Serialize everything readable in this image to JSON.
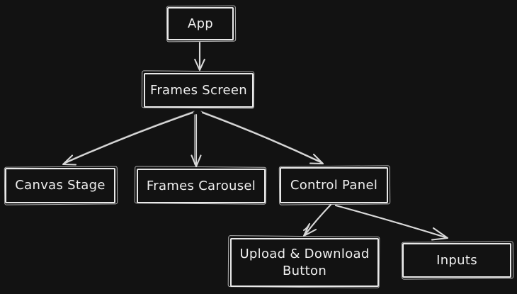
{
  "diagram": {
    "background_color": "#121212",
    "box_stroke_color": "#e9e9e9",
    "arrow_color": "#d8d8d8",
    "text_color": "#efefef",
    "nodes": [
      {
        "id": "app",
        "label": "App"
      },
      {
        "id": "frames-screen",
        "label": "Frames Screen"
      },
      {
        "id": "canvas-stage",
        "label": "Canvas Stage"
      },
      {
        "id": "frames-carousel",
        "label": "Frames Carousel"
      },
      {
        "id": "control-panel",
        "label": "Control Panel"
      },
      {
        "id": "upload-download-button",
        "label": "Upload & Download Button"
      },
      {
        "id": "inputs",
        "label": "Inputs"
      }
    ],
    "edges": [
      {
        "from": "app",
        "to": "frames-screen"
      },
      {
        "from": "frames-screen",
        "to": "canvas-stage"
      },
      {
        "from": "frames-screen",
        "to": "frames-carousel"
      },
      {
        "from": "frames-screen",
        "to": "control-panel"
      },
      {
        "from": "control-panel",
        "to": "upload-download-button"
      },
      {
        "from": "control-panel",
        "to": "inputs"
      }
    ]
  }
}
